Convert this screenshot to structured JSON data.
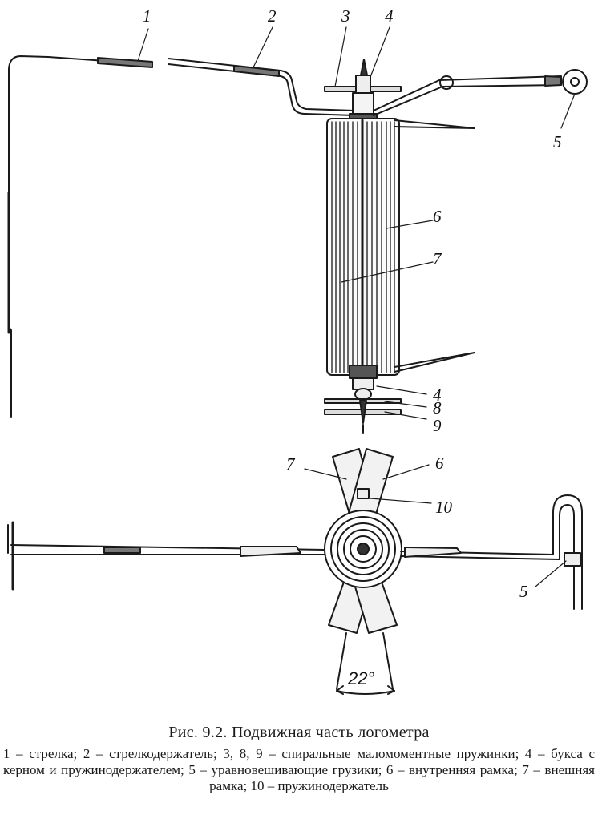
{
  "figure": {
    "title": "Рис. 9.2. Подвижная часть логометра",
    "legend": "1 – стрелка; 2 – стрелкодержатель; 3, 8, 9 – спиральные маломоментные пружинки; 4 – букса с керном и пружинодержателем; 5 – уравновешивающие грузики; 6 – внутренняя рамка; 7 – внешняя рамка; 10 – пружинодержатель"
  },
  "labels": {
    "top": [
      "1",
      "2",
      "3",
      "4",
      "5",
      "6",
      "7",
      "4",
      "8",
      "9"
    ],
    "bottom": [
      "7",
      "6",
      "10",
      "5"
    ],
    "angle": "22°"
  }
}
